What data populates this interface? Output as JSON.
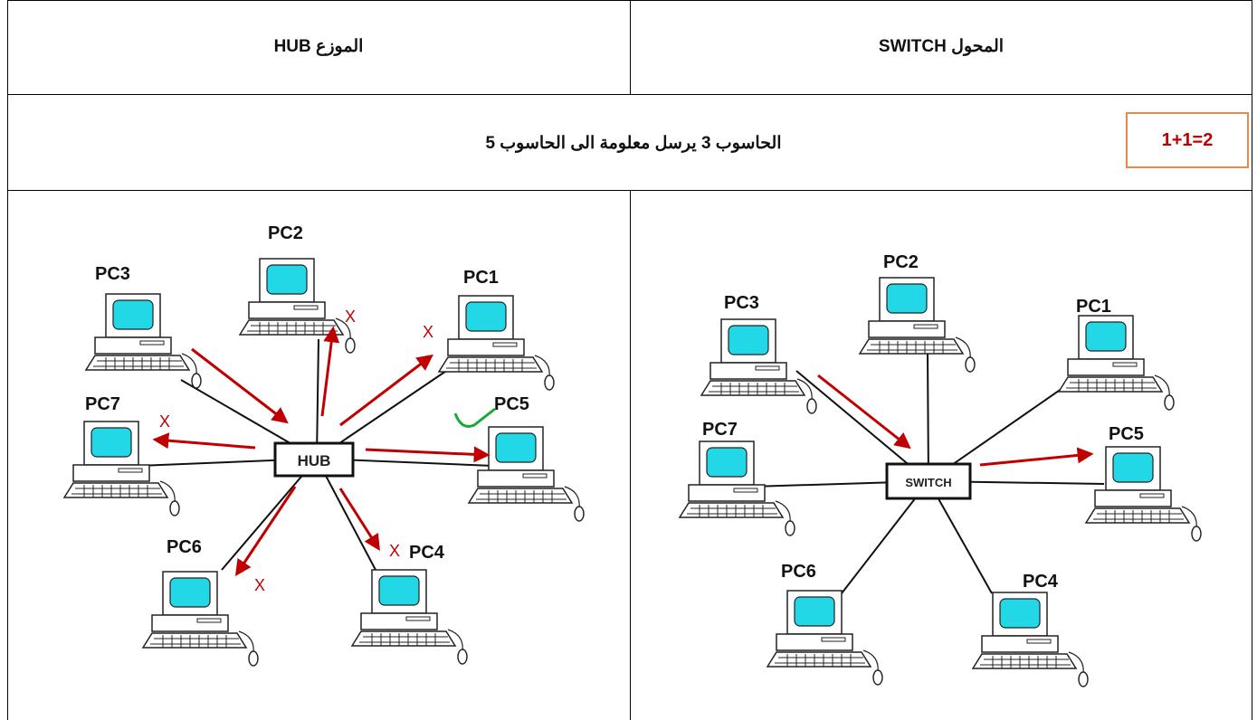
{
  "header": {
    "hub_title": "الموزع HUB",
    "switch_title": "المحول SWITCH",
    "caption": "الحاسوب 3 يرسل معلومة الى الحاسوب 5"
  },
  "badge": {
    "text": "1+1=2"
  },
  "colors": {
    "arrow": "#c00000",
    "screen": "#22d8e6",
    "check": "#1aa83a",
    "badge_border": "#e8894a"
  },
  "hub_diagram": {
    "center_label": "HUB",
    "pcs": [
      "PC1",
      "PC2",
      "PC3",
      "PC4",
      "PC5",
      "PC6",
      "PC7"
    ],
    "x_mark": "X"
  },
  "switch_diagram": {
    "center_label": "SWITCH",
    "pcs": [
      "PC1",
      "PC2",
      "PC3",
      "PC4",
      "PC5",
      "PC6",
      "PC7"
    ]
  }
}
